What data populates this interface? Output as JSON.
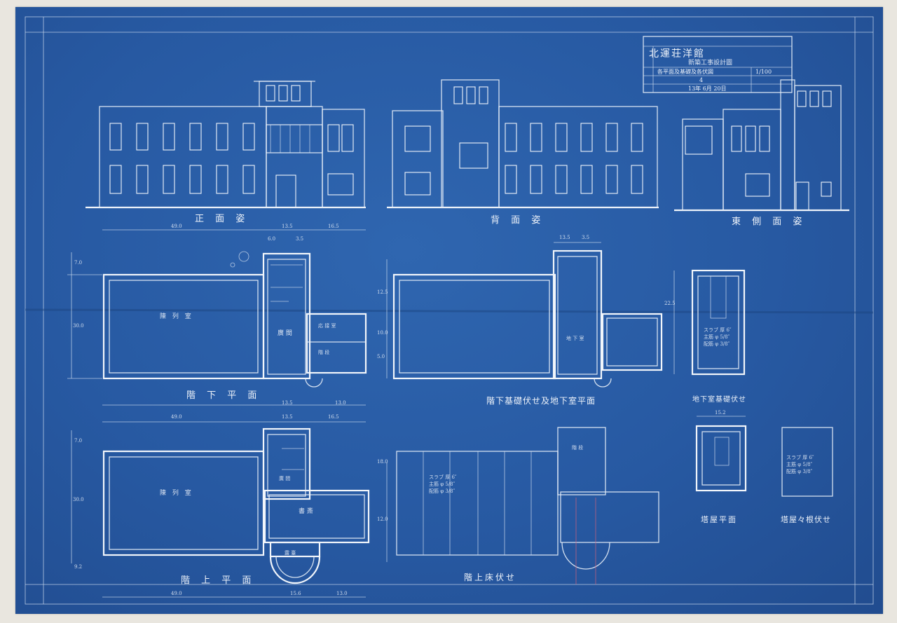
{
  "title_block": {
    "name": "北運荘洋館",
    "project": "新築工事設計圖",
    "contents": "各平面及基礎及各伏図",
    "sheet_no": "4",
    "scale": "1/100",
    "date": "13年 6月 20日"
  },
  "elevations": {
    "front": "正 面 姿",
    "back": "背 面 姿",
    "east": "東 側 面 姿"
  },
  "plans": {
    "ground": "階 下 平 面",
    "basement": "階下基礎伏せ及地下室平面",
    "cellar_foundation": "地下室基礎伏せ",
    "upper": "階 上 平 面",
    "upper_floor_framing": "階上床伏せ",
    "tower": "塔屋平面",
    "tower_roof": "塔屋々根伏せ"
  },
  "rooms": {
    "ground_exhibition": "陳 列 室",
    "ground_hall": "廣 間",
    "ground_reception": "応 接 室",
    "ground_stair_hall": "階 段",
    "basement_room": "地 下 室",
    "upper_exhibition": "陳 列 室",
    "upper_hall": "廣 間",
    "upper_study": "書 斎",
    "upper_terrace": "露 臺",
    "stair": "階 段"
  },
  "dimensions": {
    "d49": "49.0",
    "d135": "13.5",
    "d165": "16.5",
    "d130": "13.0",
    "d60": "6.0",
    "d35": "3.5",
    "d70": "7.0",
    "d300": "30.0",
    "d125": "12.5",
    "d100": "10.0",
    "d50": "5.0",
    "d225": "22.5",
    "d92": "9.2",
    "d156": "15.6",
    "d180": "18.0",
    "d120": "12.0",
    "d152": "15.2"
  },
  "notes": {
    "slab": "スラブ 厚 6″",
    "main_bar": "主筋 φ 5/8″",
    "dist_bar": "配筋 φ 3/8″"
  },
  "colors": {
    "paper": "#2759a2",
    "line": "#e8eff8",
    "margin": "#e9e6df",
    "red_mark": "#d0607a"
  }
}
